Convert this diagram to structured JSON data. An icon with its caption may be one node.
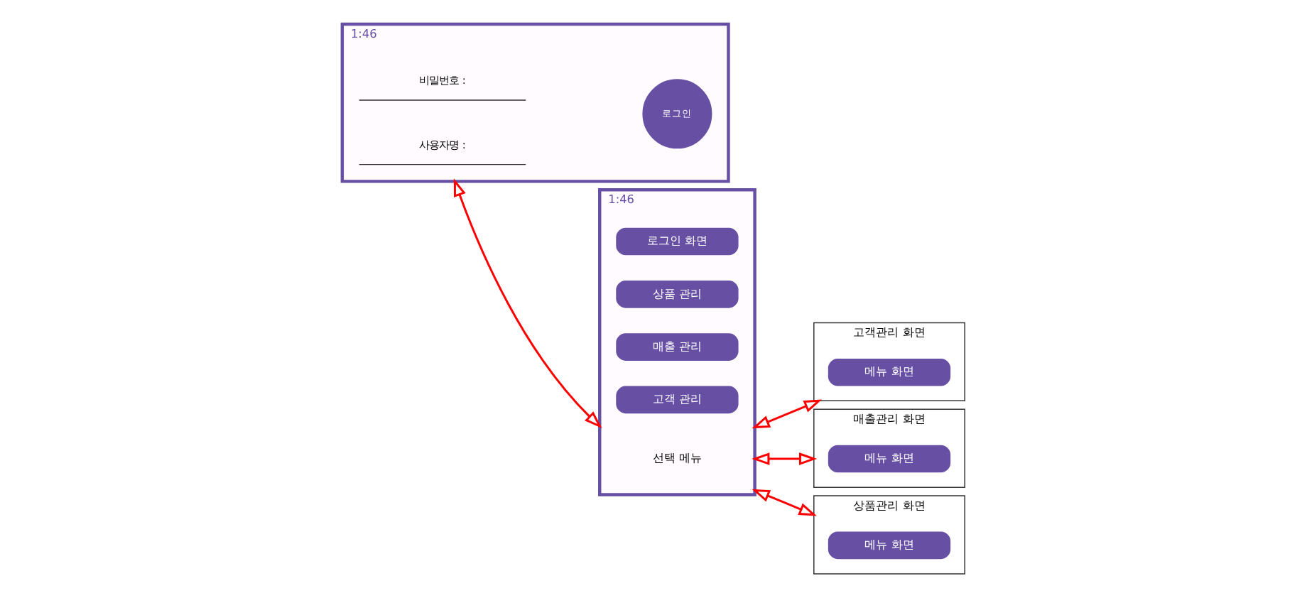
{
  "diagram": {
    "nodes": [
      {
        "text": [
          "1:46"
        ]
      },
      {
        "text": [
          "사용자명 :"
        ],
        "in": 0
      },
      {
        "text": [
          "비밀번호 :"
        ],
        "in": 0
      },
      {
        "text": [
          "로그인"
        ],
        "in": 0
      },
      {
        "text": [
          "1:46"
        ]
      },
      {
        "text": [
          "선택 메뉴"
        ],
        "in": 4
      },
      {
        "text": [
          "고객 관리"
        ],
        "in": 4
      },
      {
        "text": [
          "매출 관리"
        ],
        "in": 4
      },
      {
        "text": [
          "상품 관리"
        ],
        "in": 4
      },
      {
        "text": [
          "로그인 화면"
        ],
        "in": 4
      },
      {
        "text": [
          "고객관리 화면"
        ]
      },
      {
        "text": [
          "메뉴 화면"
        ],
        "in": 10
      },
      {
        "text": [
          "매출관리 화면"
        ]
      },
      {
        "text": [
          "메뉴 화면"
        ],
        "in": 12
      },
      {
        "text": [
          "상품관리 화면"
        ]
      },
      {
        "text": [
          "메뉴 화면"
        ],
        "in": 14
      }
    ],
    "edges": [
      {
        "from": 0,
        "to": 4,
        "arrow": "both",
        "color": "#ff0000"
      },
      {
        "from": 4,
        "to": 10,
        "arrow": "both",
        "color": "#ff0000"
      },
      {
        "from": 4,
        "to": 12,
        "arrow": "both",
        "color": "#ff0000"
      },
      {
        "from": 4,
        "to": 14,
        "arrow": "both",
        "color": "#ff0000"
      }
    ]
  }
}
